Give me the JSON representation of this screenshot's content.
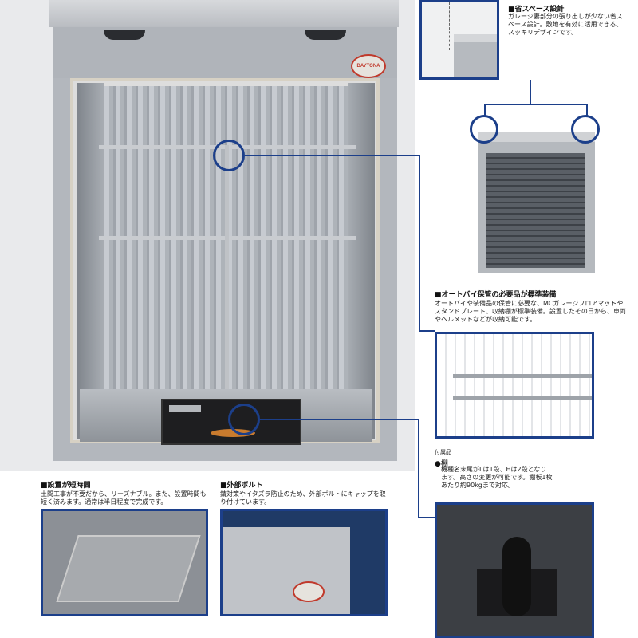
{
  "main_image": {
    "logo_text": "DAYTONA"
  },
  "section_space": {
    "title": "■省スペース設計",
    "body": "ガレージ妻部分の張り出しが少ない省スペース設計。敷地を有効に活用できる、スッキリデザインです。"
  },
  "section_equipment": {
    "title": "■オートバイ保管の必要品が標準装備",
    "body": "オートバイや装備品の保管に必要な、MCガレージフロアマットやスタンドプレート、収納棚が標準装備。設置したその日から、車両やヘルメットなどが収納可能です。"
  },
  "accessories": {
    "label": "付属品",
    "item_title": "●棚",
    "item_body": "機種名末尾がLは1段、Hは2段となります。高さの変更が可能です。棚板1枚あたり約90kgまで対応。"
  },
  "section_install": {
    "title": "■設置が短時間",
    "body": "土間工事が不要だから、リーズナブル。また、設置時間も短く済みます。通常は半日程度で完成です。"
  },
  "section_bolt": {
    "title": "■外部ボルト",
    "body": "錆対策やイタズラ防止のため、外部ボルトにキャップを取り付けています。"
  },
  "colors": {
    "accent": "#1c3f8a",
    "shed_panel": "#a9aeb5",
    "interior": "#6b7078"
  }
}
